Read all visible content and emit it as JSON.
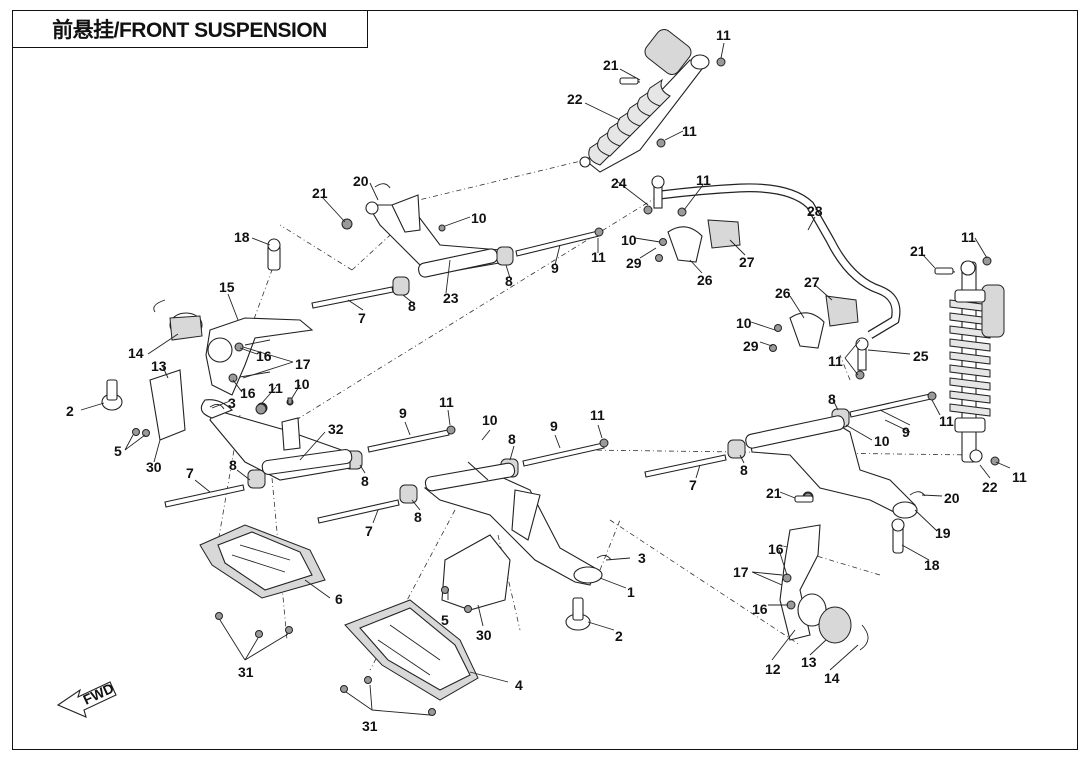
{
  "title": "前悬挂/FRONT SUSPENSION",
  "fwd_label": "FWD",
  "callouts": [
    "1",
    "2",
    "3",
    "4",
    "5",
    "6",
    "7",
    "8",
    "9",
    "10",
    "11",
    "12",
    "13",
    "14",
    "15",
    "16",
    "17",
    "18",
    "19",
    "20",
    "21",
    "22",
    "23",
    "24",
    "25",
    "26",
    "27",
    "28",
    "29",
    "30",
    "31",
    "32"
  ]
}
